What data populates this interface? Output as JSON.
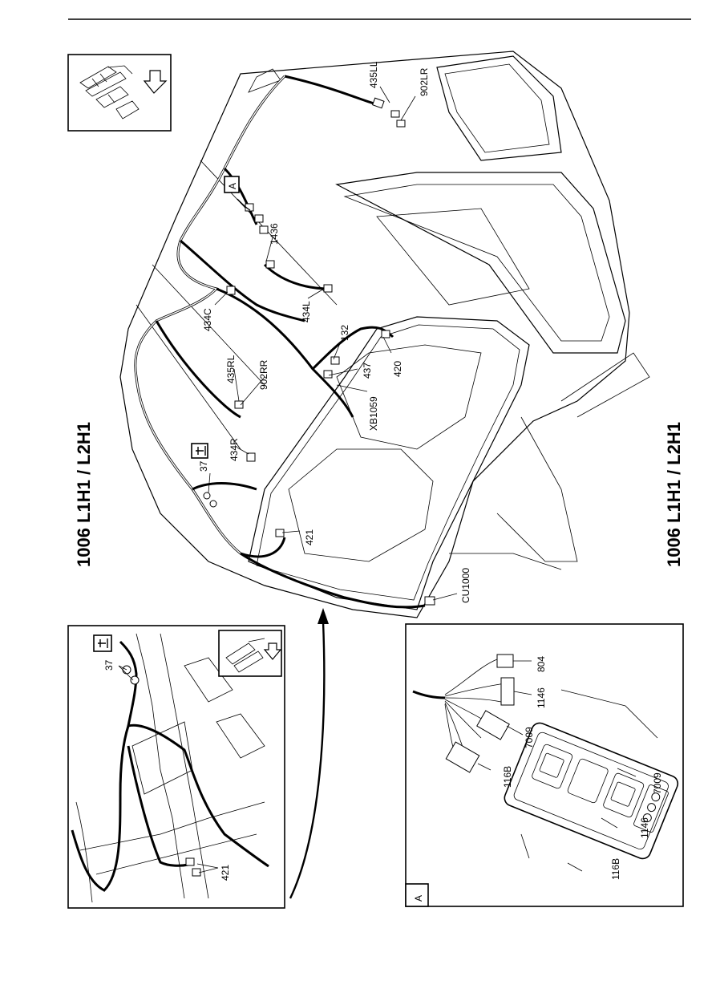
{
  "page_title": "1006 L1H1 / L2H1",
  "page_title_bottom": "1006 L1H1 / L2H1",
  "labels": {
    "l435LL": "435LL",
    "l902LR": "902LR",
    "lA_callout": "A",
    "l1436": "1436",
    "l434C": "434C",
    "l434L": "434L",
    "l132": "132",
    "l435RL": "435RL",
    "l902RR": "902RR",
    "l437": "437",
    "l420": "420",
    "lXB1059": "XB1059",
    "l434R": "434R",
    "l37": "37",
    "l421": "421",
    "lCU1000": "CU1000"
  },
  "inset_left": {
    "l37": "37",
    "l421": "421"
  },
  "inset_a": {
    "corner_label": "A",
    "l804": "804",
    "l1146_top": "1146",
    "l7009_top": "7009",
    "l116B_top": "116B",
    "l7009_bottom": "7009",
    "l1146_bottom": "1146",
    "l116B_bottom": "116B"
  }
}
